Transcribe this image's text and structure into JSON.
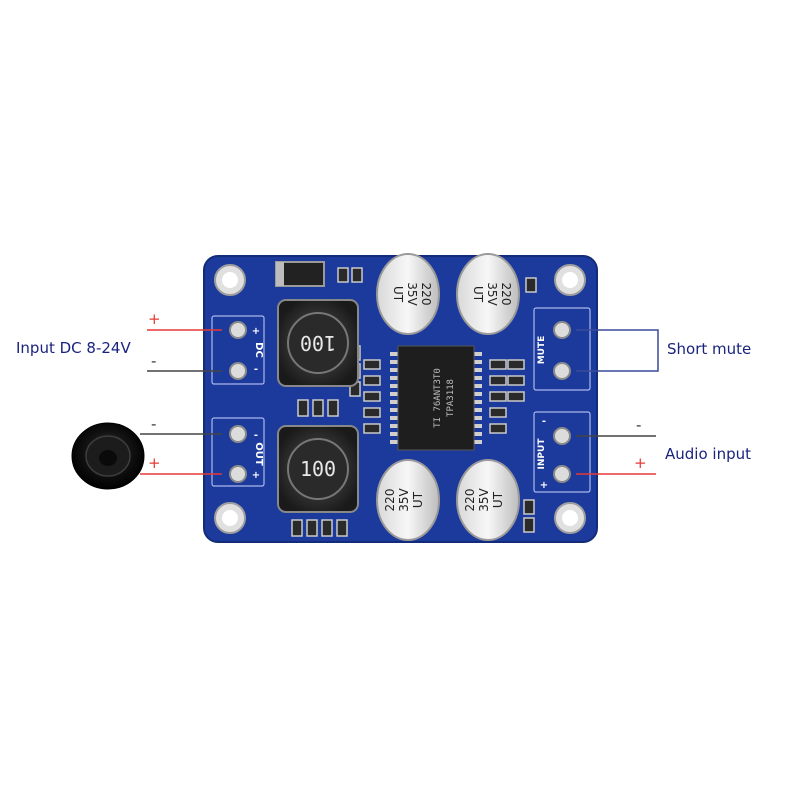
{
  "callouts": {
    "input_dc": "Input DC 8-24V",
    "short_mute": "Short mute",
    "audio_input": "Audio input"
  },
  "signs": {
    "plus": "+",
    "minus": "-"
  },
  "board": {
    "silkscreen": {
      "dc": "DC",
      "out": "OUT",
      "mute": "MUTE",
      "input": "INPUT",
      "plus": "+",
      "minus": "-"
    },
    "inductor_marking": "100",
    "capacitor_value": "220",
    "capacitor_voltage": "35V",
    "capacitor_series": "UT",
    "chip_line1": "TI 76ANT3T0",
    "chip_line2": "TPA3118"
  },
  "colors": {
    "pcb": "#1b3a9c",
    "pcb_edge": "#132c7a",
    "wire_red": "#e53935",
    "wire_dark": "#444444",
    "callout_text": "#1a237e",
    "bracket": "#3a4a9a"
  }
}
